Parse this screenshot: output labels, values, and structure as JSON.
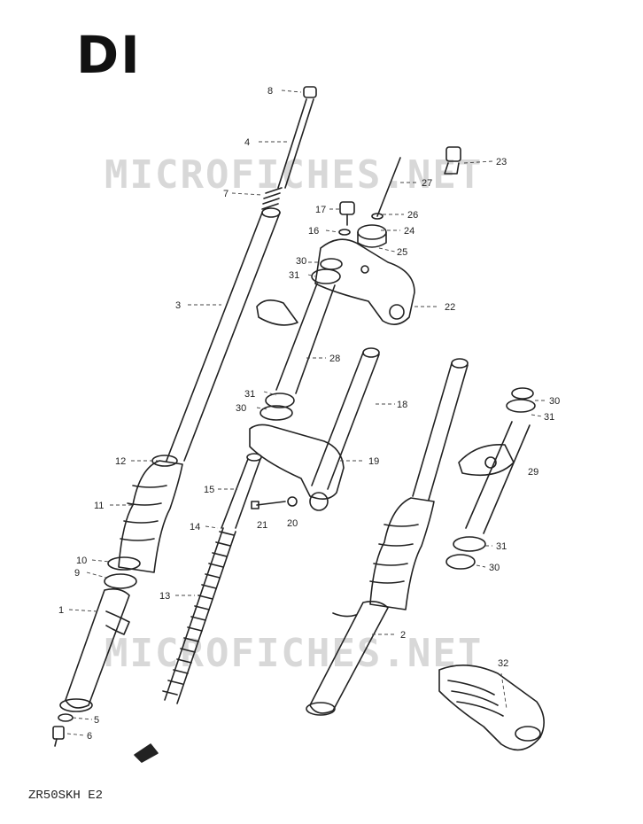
{
  "diagram": {
    "title": "DI",
    "model_code": "ZR50SKH E2",
    "watermarks": [
      "MICROFICHES.NET",
      "MICROFICHES.NET"
    ],
    "part_numbers": [
      "1",
      "2",
      "3",
      "4",
      "5",
      "6",
      "7",
      "8",
      "9",
      "10",
      "11",
      "12",
      "13",
      "14",
      "15",
      "16",
      "17",
      "18",
      "19",
      "20",
      "21",
      "22",
      "23",
      "24",
      "25",
      "26",
      "27",
      "28",
      "29",
      "30",
      "31",
      "32"
    ],
    "callout_labels": {
      "p1": "1",
      "p2": "2",
      "p3": "3",
      "p4": "4",
      "p5": "5",
      "p6": "6",
      "p7": "7",
      "p8": "8",
      "p9": "9",
      "p10": "10",
      "p11": "11",
      "p12": "12",
      "p13": "13",
      "p14": "14",
      "p15": "15",
      "p16": "16",
      "p17": "17",
      "p18": "18",
      "p19": "19",
      "p20": "20",
      "p21": "21",
      "p22": "22",
      "p23": "23",
      "p24": "24",
      "p25": "25",
      "p26": "26",
      "p27": "27",
      "p28": "28",
      "p29": "29",
      "p30a": "30",
      "p30b": "30",
      "p30c": "30",
      "p30d": "30",
      "p31a": "31",
      "p31b": "31",
      "p31c": "31",
      "p31d": "31",
      "p32": "32"
    }
  }
}
